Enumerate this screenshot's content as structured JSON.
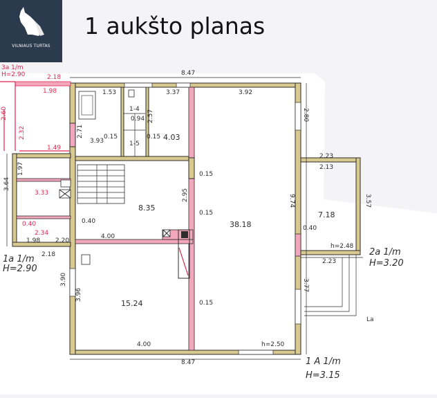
{
  "header": {
    "logo_text": "VILNIAUS TURTAS",
    "title": "1 aukšto planas"
  },
  "colors": {
    "wall": "#d8c98f",
    "wall_pink": "#f2a7bc",
    "ink": "#2c2c2c",
    "red": "#e0254f",
    "logo_bg": "#2b3a4d"
  },
  "rooms": {
    "r1_98": "1.98",
    "r3_93": "3.93",
    "r1_4": "1-4",
    "r1_5": "1-5",
    "r4_03": "4.03",
    "r38_18": "38.18",
    "r8_35": "8.35",
    "r3_33": "3.33",
    "r2_34": "2.34",
    "r15_24": "15.24",
    "r7_18": "7.18"
  },
  "dims": {
    "d847_top": "8.47",
    "d218": "2.18",
    "d153": "1.53",
    "d337": "3.37",
    "d392": "3.92",
    "d290_tl": "3a 1/m",
    "d290_h": "H=2.90",
    "d260": "2.60",
    "d232": "2.32",
    "d149": "1.49",
    "d364": "3.64",
    "d197": "1.97",
    "d271": "2.71",
    "d015a": "0.15",
    "d015b": "0.15",
    "d094": "0.94",
    "d257": "2.57",
    "d280": "2.80",
    "d223t": "2.23",
    "d213": "2.13",
    "d974": "9.74",
    "d357": "3.57",
    "d015c": "0.15",
    "d295": "2.95",
    "d015d": "0.15",
    "d040a": "0.40",
    "d040b": "0.40",
    "d400": "4.00",
    "d040c": "0.40",
    "d220": "2.20",
    "d198": "1.98",
    "d218b": "2.18",
    "lab_1a": "1a 1/m",
    "lab_h290": "H=2.90",
    "d248": "h=2.48",
    "d223b": "2.23",
    "lab_2a": "2a 1/m",
    "lab_h320": "H=3.20",
    "d377": "3.77",
    "d390": "3.90",
    "d396": "3.96",
    "d015e": "0.15",
    "d400b": "4.00",
    "d250": "h=2.50",
    "d847_bot": "8.47",
    "lab_1a2": "1 A 1/m",
    "lab_h315": "H=3.15",
    "d_la": "La"
  }
}
